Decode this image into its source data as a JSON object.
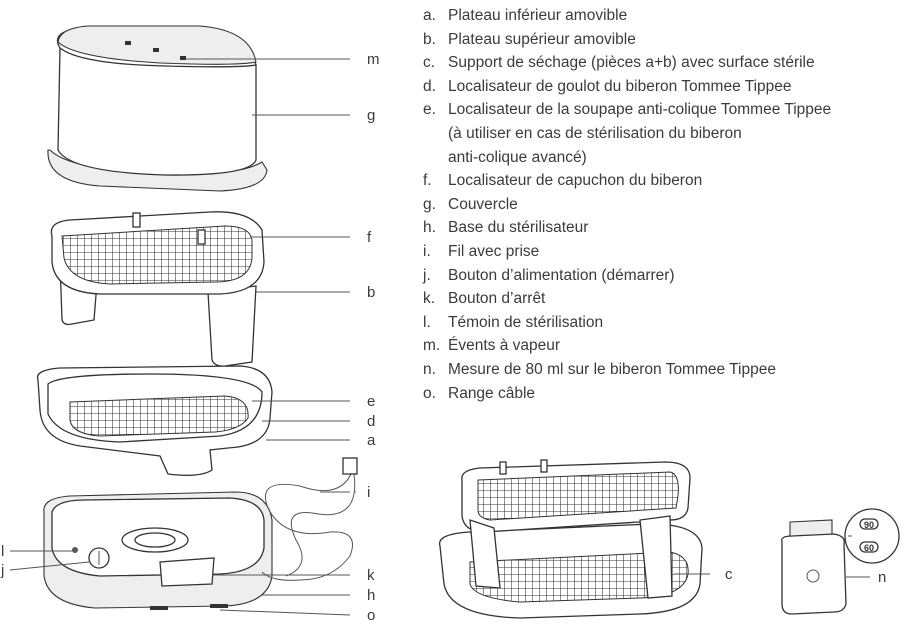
{
  "legend": [
    {
      "letter": "a.",
      "text": "Plateau inférieur amovible"
    },
    {
      "letter": "b.",
      "text": "Plateau supérieur amovible"
    },
    {
      "letter": "c.",
      "text": "Support de séchage (pièces a+b) avec surface stérile"
    },
    {
      "letter": "d.",
      "text": "Localisateur de goulot du biberon Tommee Tippee"
    },
    {
      "letter": "e.",
      "text": "Localisateur de la soupape anti-colique Tommee Tippee"
    },
    {
      "letter": "",
      "text": "(à utiliser en cas de stérilisation du biberon"
    },
    {
      "letter": "",
      "text": "anti-colique avancé)"
    },
    {
      "letter": "f.",
      "text": "Localisateur de capuchon du biberon"
    },
    {
      "letter": "g.",
      "text": "Couvercle"
    },
    {
      "letter": "h.",
      "text": "Base du stérilisateur"
    },
    {
      "letter": "i.",
      "text": "Fil avec prise"
    },
    {
      "letter": "j.",
      "text": "Bouton d’alimentation (démarrer)"
    },
    {
      "letter": "k.",
      "text": "Bouton d’arrêt"
    },
    {
      "letter": "l.",
      "text": "Témoin de stérilisation"
    },
    {
      "letter": "m.",
      "text": "Évents à vapeur"
    },
    {
      "letter": "n.",
      "text": "Mesure de 80 ml sur le biberon Tommee Tippee"
    },
    {
      "letter": "o.",
      "text": "Range câble"
    }
  ],
  "callouts": {
    "m": "m",
    "g": "g",
    "f": "f",
    "b": "b",
    "e": "e",
    "d": "d",
    "a": "a",
    "i": "i",
    "l": "l",
    "j": "j",
    "k": "k",
    "h": "h",
    "o": "o",
    "c": "c",
    "n": "n"
  },
  "bottle_marks": {
    "upper": "90",
    "lower": "60"
  }
}
